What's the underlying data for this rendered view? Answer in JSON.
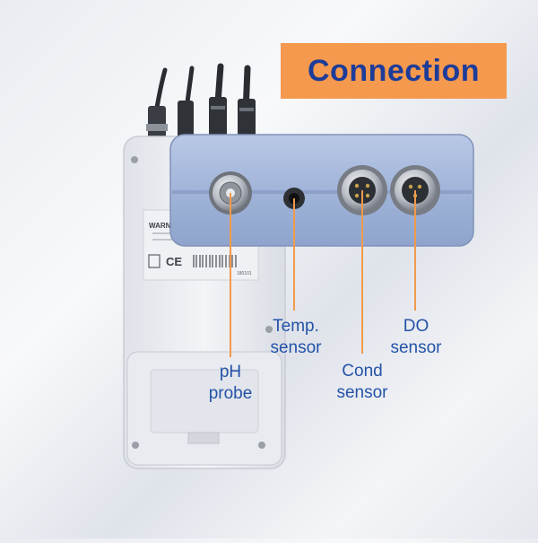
{
  "banner": {
    "title": "Connection"
  },
  "device": {
    "warning_text": "WARN",
    "ce_mark": "CE",
    "serial_text": "180101"
  },
  "labels": {
    "ph": "pH\nprobe",
    "temp": "Temp.\nsensor",
    "cond": "Cond\nsensor",
    "do": "DO\nsensor"
  },
  "colors": {
    "banner_bg": "#f5994e",
    "banner_text": "#1d3c99",
    "label_text": "#2453a8",
    "lead_line": "#f29a4b",
    "connector_panel": "#9fb3d8",
    "device_body": "#eceef3"
  }
}
